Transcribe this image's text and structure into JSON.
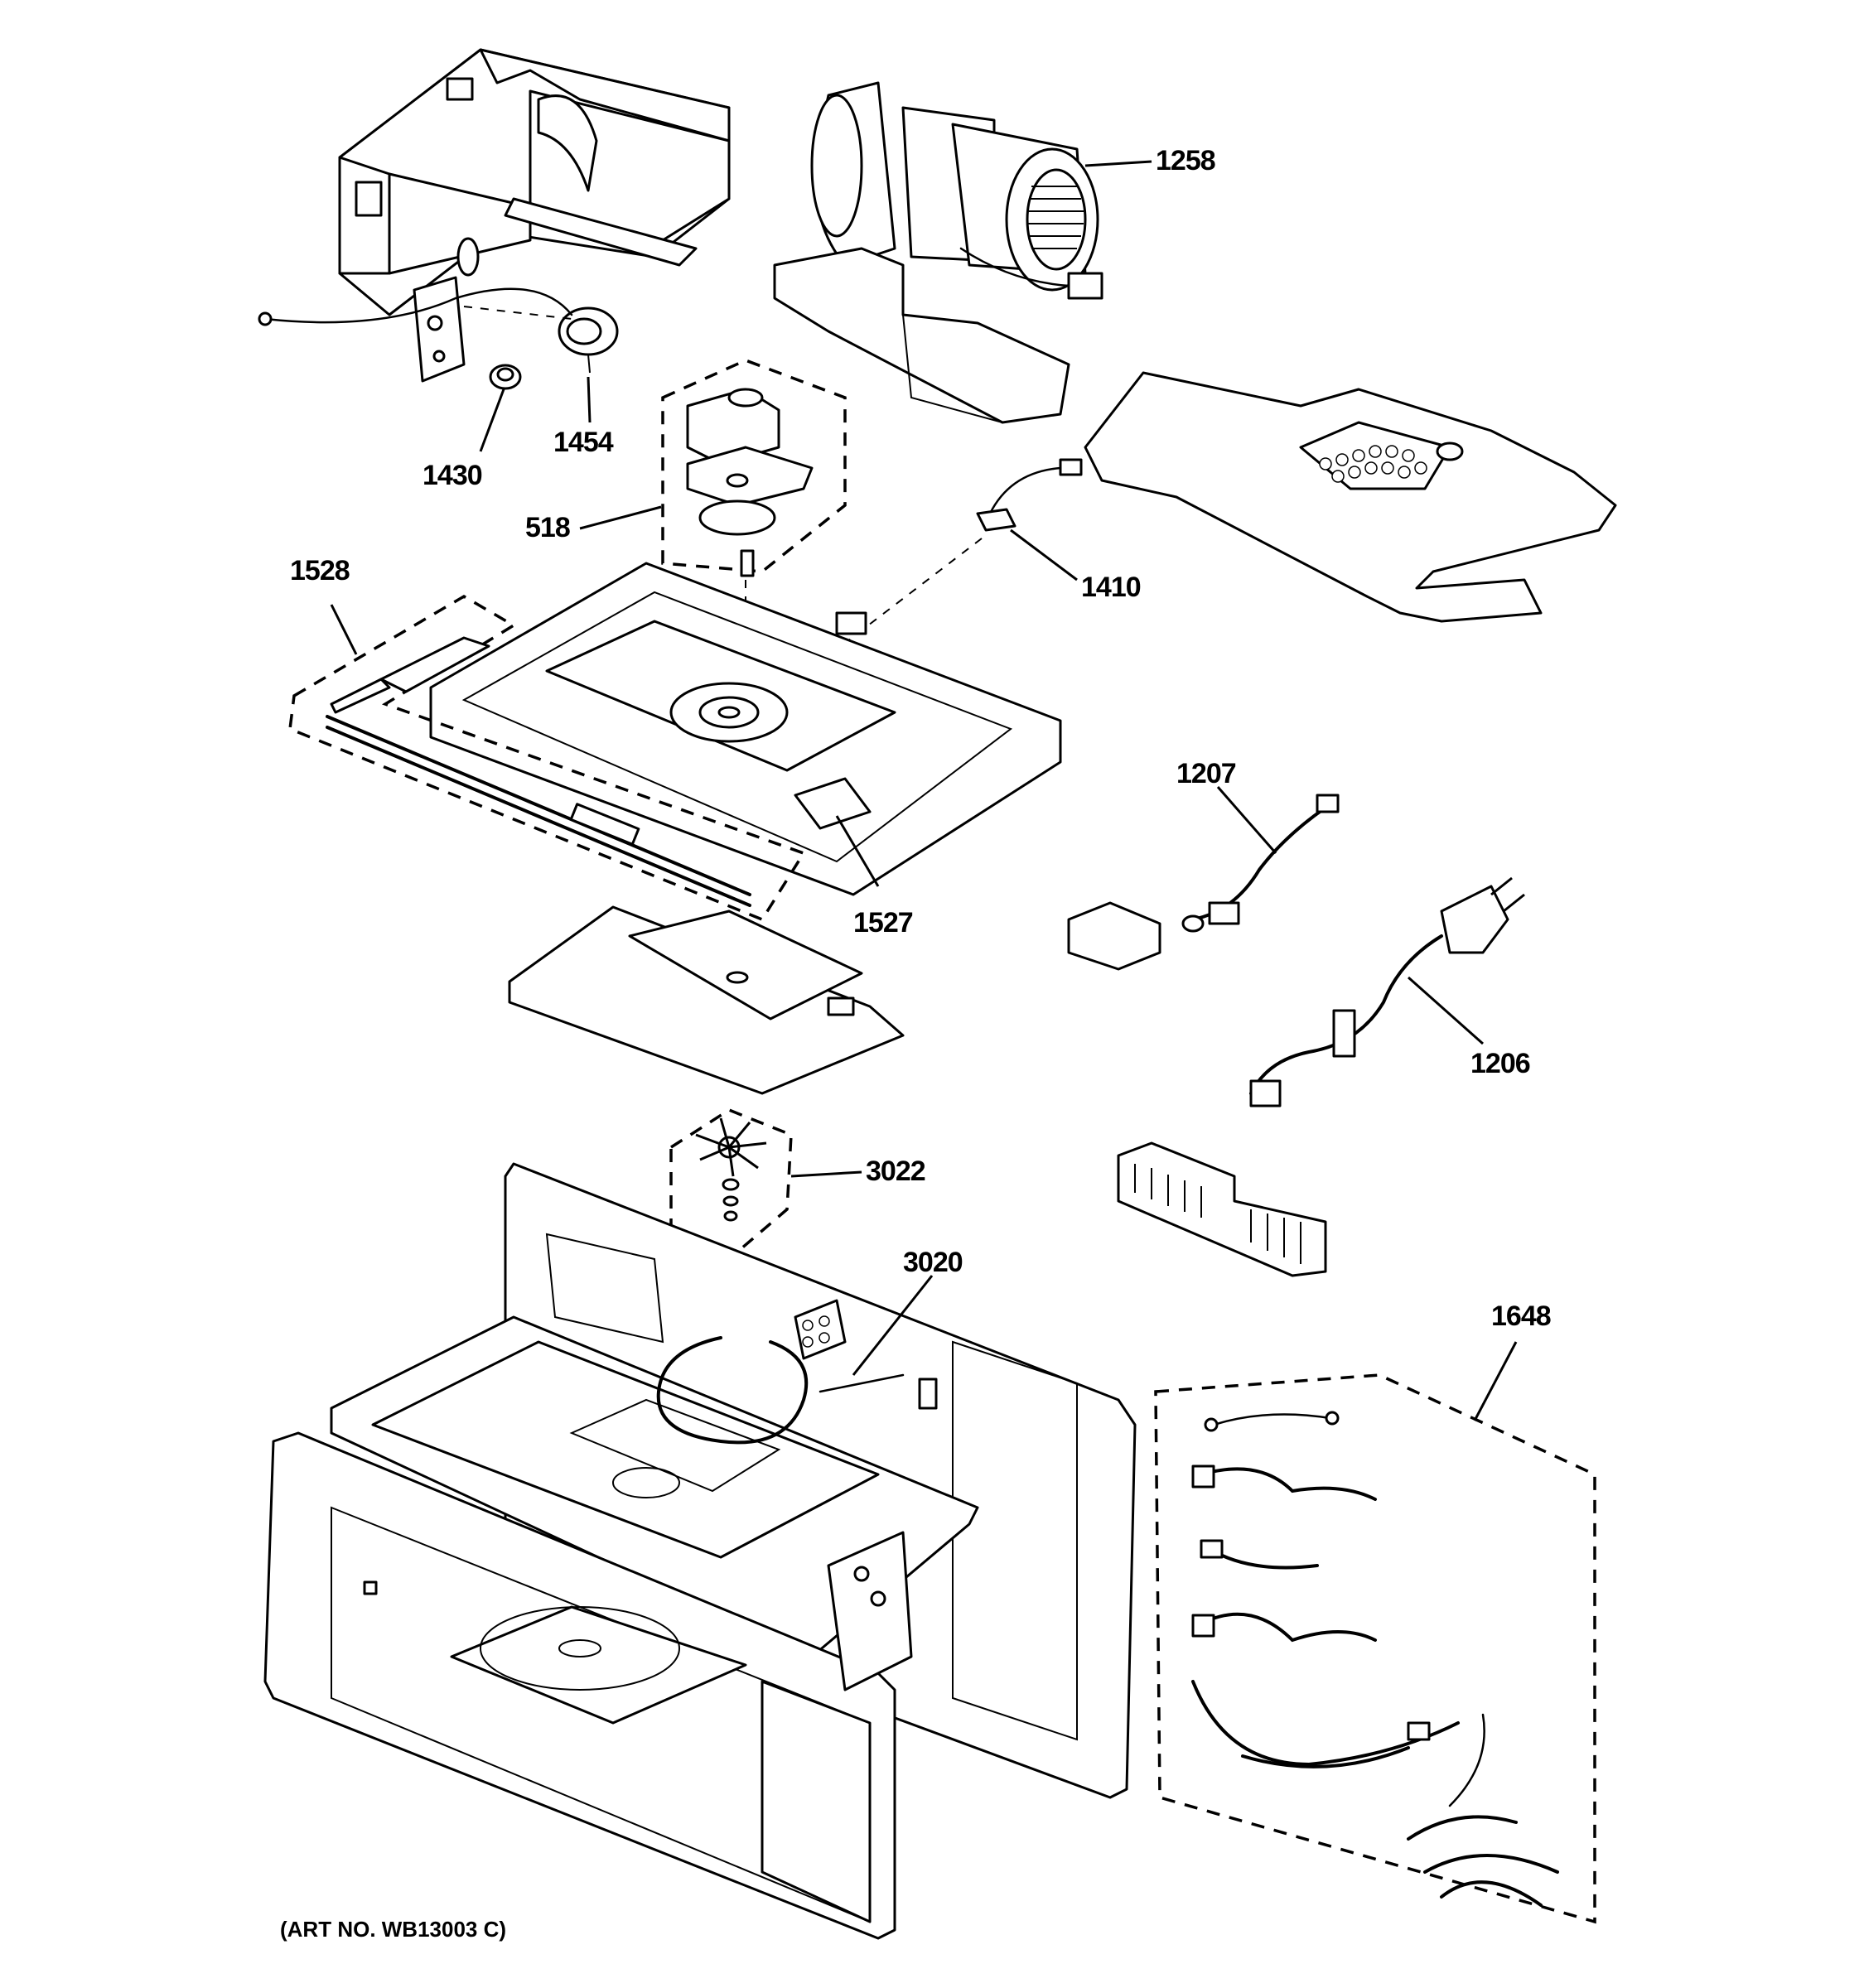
{
  "callouts": {
    "c1258": "1258",
    "c1430": "1430",
    "c1454": "1454",
    "c518": "518",
    "c1410": "1410",
    "c1528": "1528",
    "c1527": "1527",
    "c1207": "1207",
    "c1206": "1206",
    "c3022": "3022",
    "c3020": "3020",
    "c1648": "1648"
  },
  "art_number": "(ART NO. WB13003 C)"
}
